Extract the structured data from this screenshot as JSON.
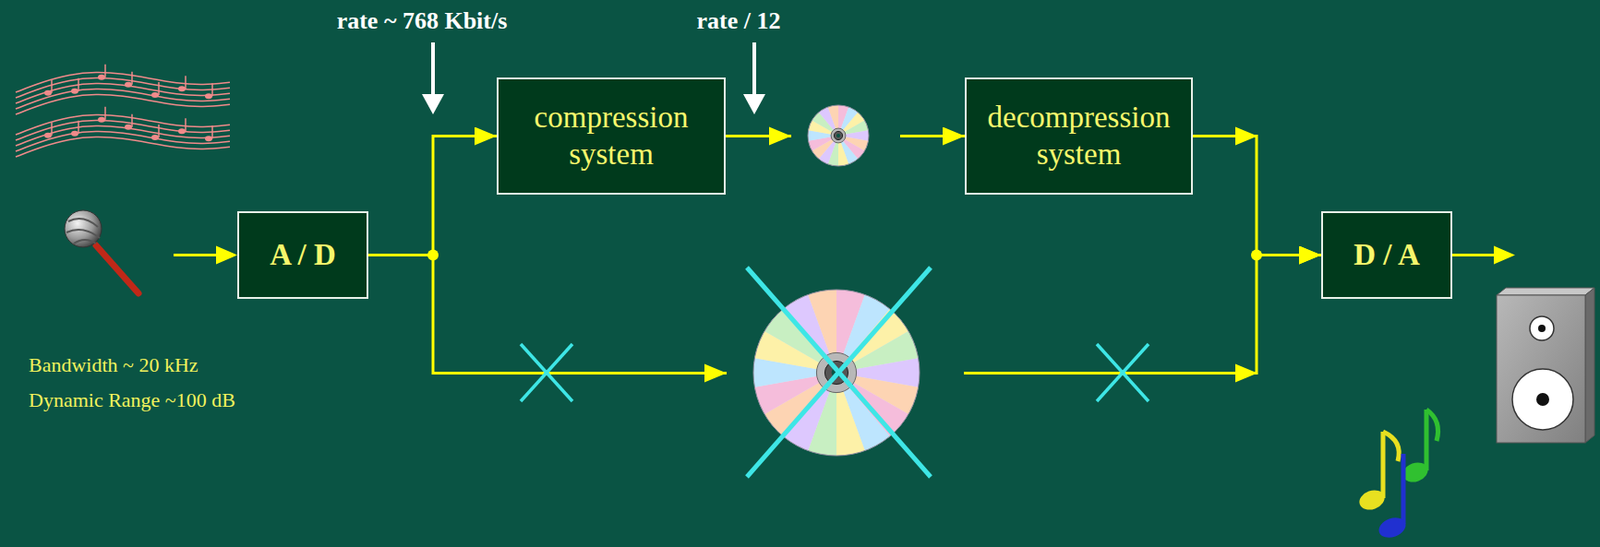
{
  "diagram": {
    "nodes": [
      {
        "text": [
          "A / D"
        ]
      },
      {
        "text": [
          "compression system"
        ]
      },
      {
        "text": [
          "decompression system"
        ]
      },
      {
        "text": [
          "D / A"
        ]
      }
    ],
    "edges": [
      {
        "from": 0,
        "to": 1,
        "arrow": "to"
      },
      {
        "from": 1,
        "to": 2,
        "arrow": "to"
      },
      {
        "from": 2,
        "to": 3,
        "arrow": "to"
      },
      {
        "from": 0,
        "to": 3,
        "arrow": "to"
      }
    ],
    "labels": [
      "rate ~ 768 Kbit/s",
      "rate / 12",
      "Bandwidth ~ 20 kHz",
      "Dynamic Range ~100 dB"
    ]
  }
}
